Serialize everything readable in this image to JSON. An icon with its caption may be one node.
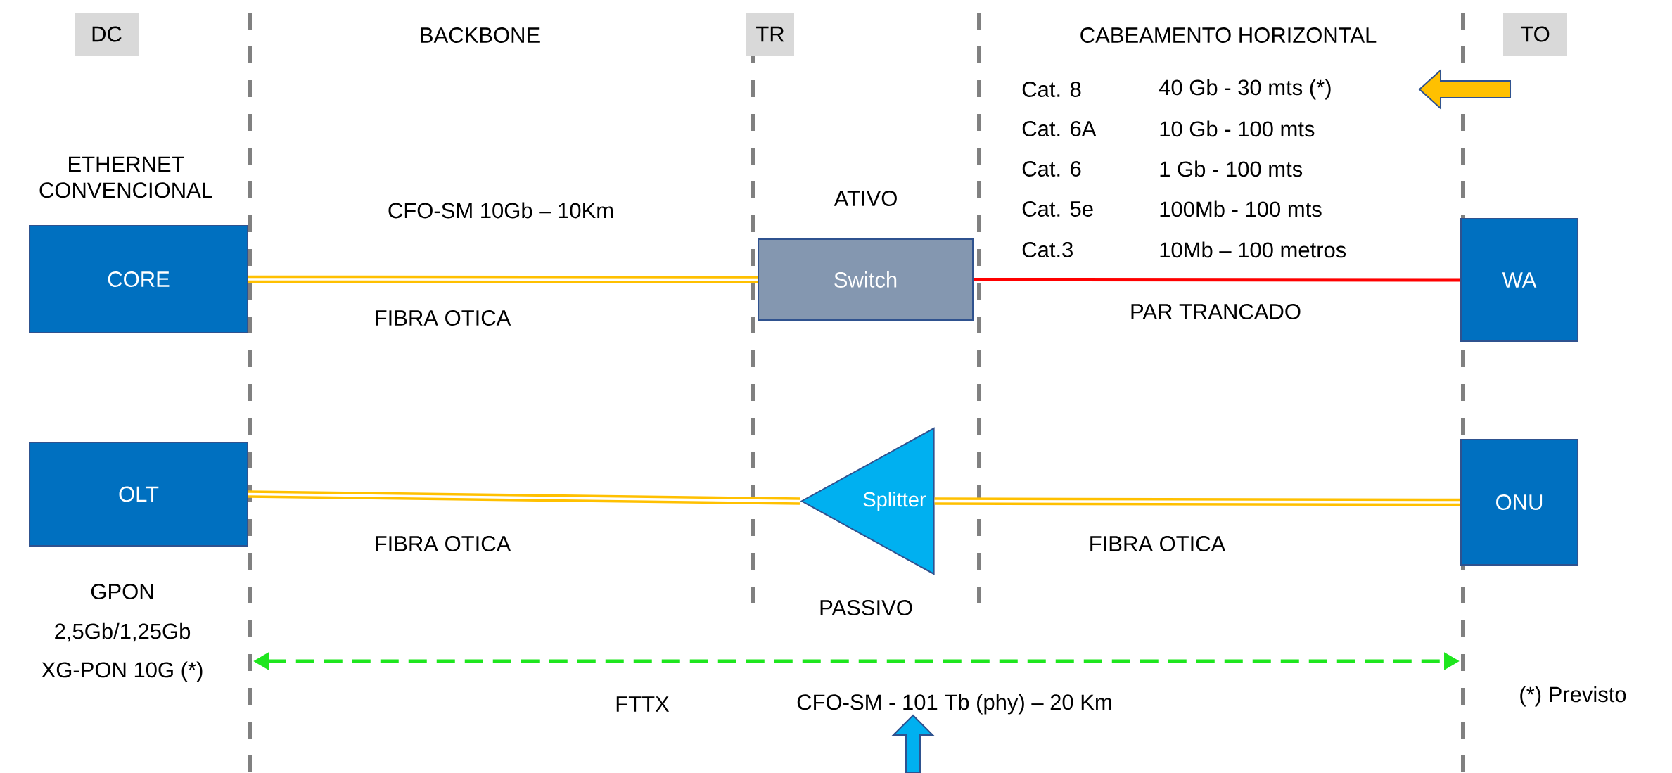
{
  "diagram": {
    "nodes": [
      {
        "text": [
          "DC"
        ]
      },
      {
        "text": [
          "TR"
        ]
      },
      {
        "text": [
          "TO"
        ]
      },
      {
        "text": [
          "CORE"
        ]
      },
      {
        "text": [
          "Switch"
        ]
      },
      {
        "text": [
          "WA"
        ]
      },
      {
        "text": [
          "OLT"
        ]
      },
      {
        "text": [
          "Splitter"
        ]
      },
      {
        "text": [
          "ONU"
        ]
      }
    ],
    "edges": [
      {
        "from": 3,
        "to": 4,
        "arrow": "none",
        "label": "FIBRA OTICA"
      },
      {
        "from": 4,
        "to": 5,
        "arrow": "none",
        "label": "PAR TRANCADO",
        "color": "#ff0000"
      },
      {
        "from": 6,
        "to": 7,
        "arrow": "none",
        "label": "FIBRA OTICA"
      },
      {
        "from": 7,
        "to": 8,
        "arrow": "none",
        "label": "FIBRA OTICA"
      }
    ],
    "labels": [
      "BACKBONE",
      "CABEAMENTO HORIZONTAL",
      "Cat. 8",
      "40 Gb - 30 mts (*)",
      "Cat. 6A",
      "10 Gb - 100 mts",
      "Cat. 6",
      "1 Gb - 100 mts",
      "Cat. 5e",
      "100Mb - 100 mts",
      "Cat.3",
      "10Mb – 100 metros",
      "ETHERNET CONVENCIONAL",
      "CFO-SM 10Gb – 10Km",
      "ATIVO",
      "GPON",
      "2,5Gb/1,25Gb",
      "XG-PON 10G (*)",
      "PASSIVO",
      "FTTX",
      "CFO-SM  -  101 Tb (phy) – 20 Km",
      "(*) Previsto"
    ]
  }
}
